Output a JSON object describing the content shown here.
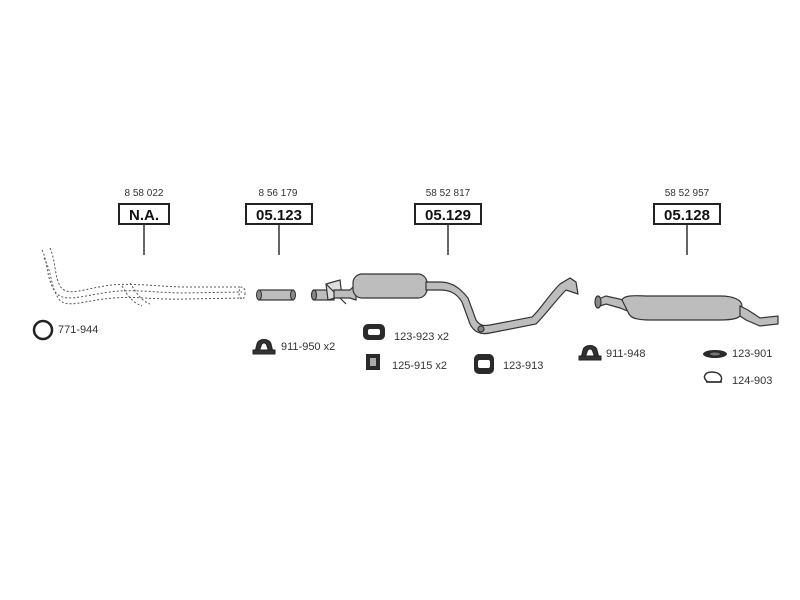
{
  "columns": [
    {
      "ref": "8 58 022",
      "code": "N.A."
    },
    {
      "ref": "8 56 179",
      "code": "05.123"
    },
    {
      "ref": "58 52 817",
      "code": "05.129"
    },
    {
      "ref": "58 52 957",
      "code": "05.128"
    }
  ],
  "parts": {
    "ring_seal": "771-944",
    "clamp_front": "911-950 x2",
    "rubber_mount_a": "123-923 x2",
    "bracket": "125-915 x2",
    "rubber_mount_b": "123-913",
    "clamp_rear": "911-948",
    "rubber_strip": "123-901",
    "hanger_ring": "124-903"
  },
  "colors": {
    "line": "#333333",
    "fill": "#bdbdbd",
    "dark": "#2a2a2a"
  }
}
